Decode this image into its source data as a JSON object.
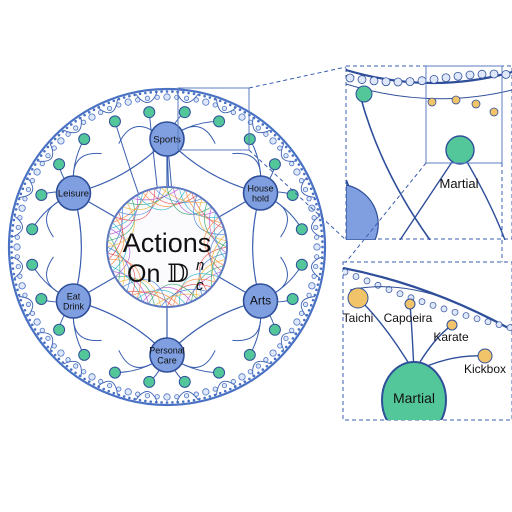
{
  "center_label": {
    "line1": "Actions",
    "line2_prefix": "On ",
    "symbol": "𝔻",
    "superscript": "n",
    "subscript": "c"
  },
  "main_nodes": [
    {
      "id": "sports",
      "lines": [
        "Sports"
      ]
    },
    {
      "id": "household",
      "lines": [
        "House",
        "hold"
      ]
    },
    {
      "id": "arts",
      "lines": [
        "Arts"
      ]
    },
    {
      "id": "personal-care",
      "lines": [
        "Personal",
        "Care"
      ]
    },
    {
      "id": "eat-drink",
      "lines": [
        "Eat",
        "Drink"
      ]
    },
    {
      "id": "leisure",
      "lines": [
        "Leisure"
      ]
    }
  ],
  "zoom_top": {
    "label": "Martial"
  },
  "zoom_bottom": {
    "center_label": "Martial",
    "leaves": [
      "Taichi",
      "Capoeira",
      "Karate",
      "Kickbox"
    ]
  },
  "colors": {
    "disk_blue": "#4a72c4",
    "node_fill": "#7f9fe0",
    "node_stroke": "#2f4f9a",
    "green_node": "#53c79a",
    "yellow_node": "#f2c46a",
    "dashed": "#3a5fb0"
  }
}
